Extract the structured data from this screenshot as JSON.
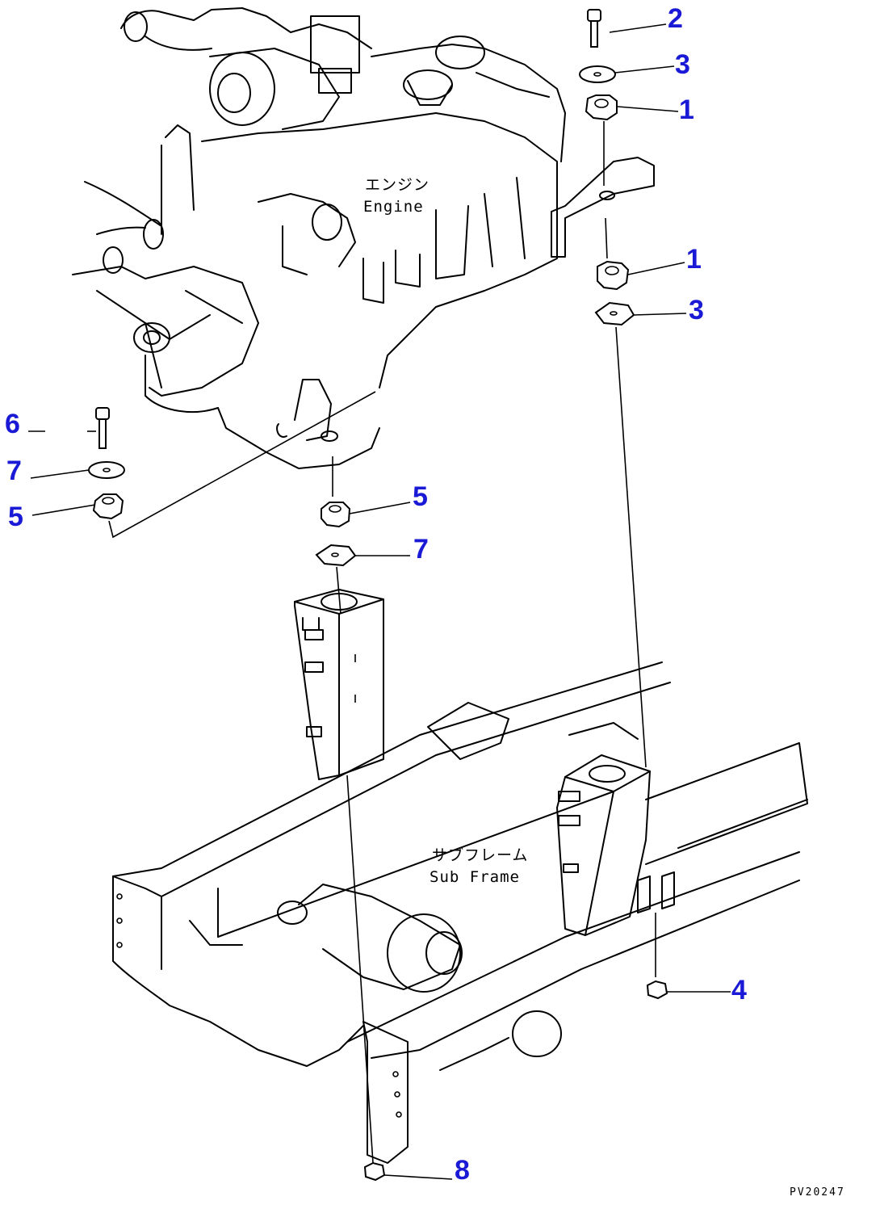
{
  "labels": {
    "engine_jp": "エンジン",
    "engine_en": "Engine",
    "subframe_jp": "サブフレーム",
    "subframe_en": "Sub Frame",
    "drawing_code": "PV20247"
  },
  "callouts": [
    "2",
    "3",
    "1",
    "1",
    "3",
    "6",
    "7",
    "5",
    "5",
    "7",
    "4",
    "8"
  ],
  "colors": {
    "callout": "#1a1ad6",
    "line": "#000000",
    "background": "#ffffff"
  }
}
